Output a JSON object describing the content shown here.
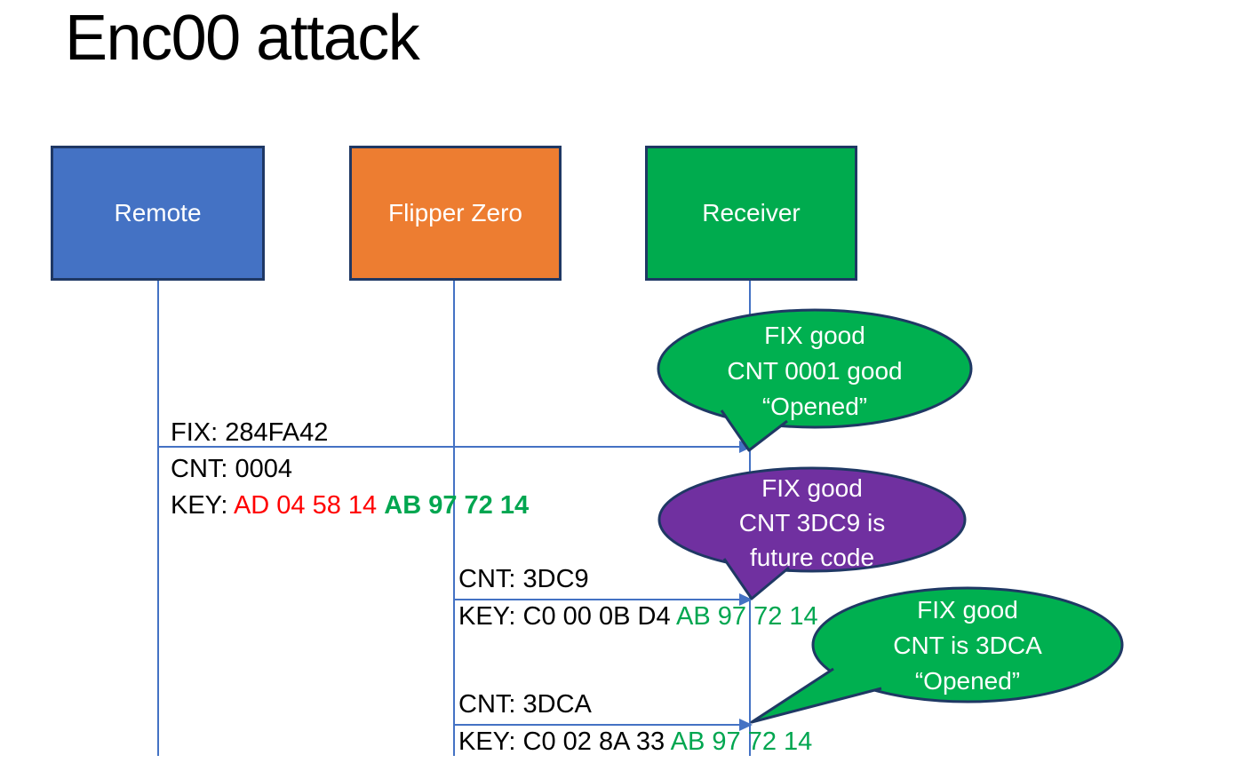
{
  "title": "Enc00 attack",
  "actors": {
    "remote": {
      "label": "Remote",
      "fill": "#4472C4"
    },
    "flipper": {
      "label": "Flipper Zero",
      "fill": "#ED7D31"
    },
    "receiver": {
      "label": "Receiver",
      "fill": "#00AB4E"
    }
  },
  "messages": {
    "m1": {
      "from": "Remote",
      "to": "Receiver",
      "fix": "FIX: 284FA42",
      "cnt": "CNT: 0004",
      "key_prefix": "KEY: ",
      "key_red": "AD 04 58 14 ",
      "key_green": "AB 97 72 14"
    },
    "m2": {
      "from": "Flipper Zero",
      "to": "Receiver",
      "cnt": "CNT: 3DC9",
      "key_prefix": "KEY: C0 00 0B D4 ",
      "key_green": "AB 97 72 14"
    },
    "m3": {
      "from": "Flipper Zero",
      "to": "Receiver",
      "cnt": "CNT: 3DCA",
      "key_prefix": "KEY: C0 02 8A 33 ",
      "key_green": "AB 97 72 14"
    }
  },
  "callouts": {
    "c1": {
      "fill": "#00B050",
      "line1": "FIX good",
      "line2": "CNT 0001 good",
      "line3": "“Opened”"
    },
    "c2": {
      "fill": "#7030A0",
      "line1": "FIX good",
      "line2": "CNT 3DC9 is",
      "line3": "future code"
    },
    "c3": {
      "fill": "#00B050",
      "line1": "FIX good",
      "line2": "CNT is 3DCA",
      "line3": "“Opened”"
    }
  },
  "colors": {
    "accent_blue": "#4472C4",
    "accent_orange": "#ED7D31",
    "accent_green": "#00AB4E",
    "accent_purple": "#7030A0",
    "outline_navy": "#1F3864",
    "key_red": "#FF0000",
    "key_green": "#00A650",
    "line_blue": "#4472C4"
  }
}
